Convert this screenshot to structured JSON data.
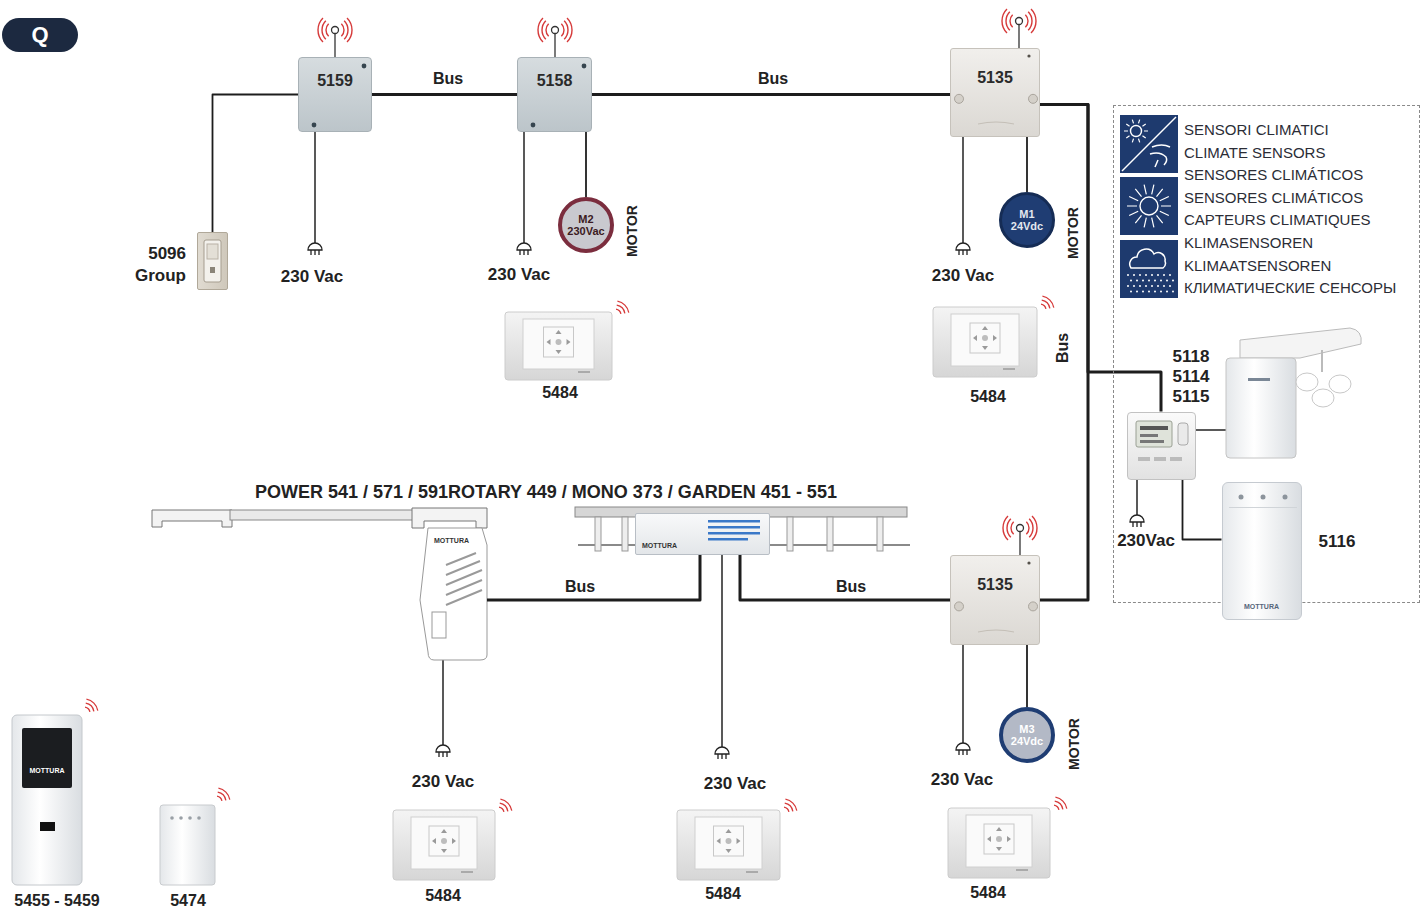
{
  "diagram": {
    "nodes": [
      {
        "text": [
          "Q"
        ]
      },
      {
        "text": [
          "5159"
        ]
      },
      {
        "text": [
          "5158"
        ]
      },
      {
        "text": [
          "5135"
        ]
      },
      {
        "text": [
          "SENSORI CLIMATICI",
          "CLIMATE SENSORS",
          "SENSORES CLIMÁTICOS",
          "SENSORES CLIMÁTICOS",
          "CAPTEURS CLIMATIQUES",
          "KLIMASENSOREN",
          "KLIMAATSENSOREN",
          "КЛИМАТИЧЕСКИЕ СЕНСОРЫ"
        ]
      },
      {
        "text": [
          "5096 Group"
        ]
      },
      {
        "text": [
          "M2 230Vac",
          "MOTOR"
        ]
      },
      {
        "text": [
          "M1 24Vdc",
          "MOTOR"
        ]
      },
      {
        "text": [
          "5118 5114 5115"
        ],
        "in": 4
      },
      {
        "text": [
          "5116",
          "MOTTURA"
        ],
        "in": 4
      },
      {
        "text": [
          "MOTTURA"
        ]
      },
      {
        "text": [
          "MOTTURA"
        ]
      },
      {
        "text": [
          "5135"
        ]
      },
      {
        "text": [
          "M3 24Vdc",
          "MOTOR"
        ]
      }
    ],
    "edges": [
      {
        "from": 1,
        "to": 2,
        "arrow": "none",
        "label": "Bus"
      },
      {
        "from": 2,
        "to": 3,
        "arrow": "none",
        "label": "Bus"
      },
      {
        "from": 5,
        "to": 1,
        "arrow": "none"
      },
      {
        "from": 2,
        "to": 6,
        "arrow": "none"
      },
      {
        "from": 3,
        "to": 7,
        "arrow": "none"
      },
      {
        "from": 3,
        "to": 12,
        "arrow": "none",
        "label": "Bus"
      },
      {
        "from": 3,
        "to": 8,
        "arrow": "none"
      },
      {
        "from": 8,
        "to": 9,
        "arrow": "none"
      },
      {
        "from": 10,
        "to": 11,
        "arrow": "none",
        "label": "Bus"
      },
      {
        "from": 11,
        "to": 12,
        "arrow": "none",
        "label": "Bus"
      },
      {
        "from": 12,
        "to": 13,
        "arrow": "none"
      }
    ],
    "labels": [
      "POWER 541 / 571 / 591ROTARY 449 / MONO 373 / GARDEN 451 - 551",
      "230 Vac",
      "230 Vac",
      "230 Vac",
      "230 Vac",
      "230 Vac",
      "230 Vac",
      "230Vac",
      "5484",
      "5484",
      "5484",
      "5484",
      "5484",
      "5455 - 5459",
      "5474",
      "MOTTURA"
    ]
  }
}
